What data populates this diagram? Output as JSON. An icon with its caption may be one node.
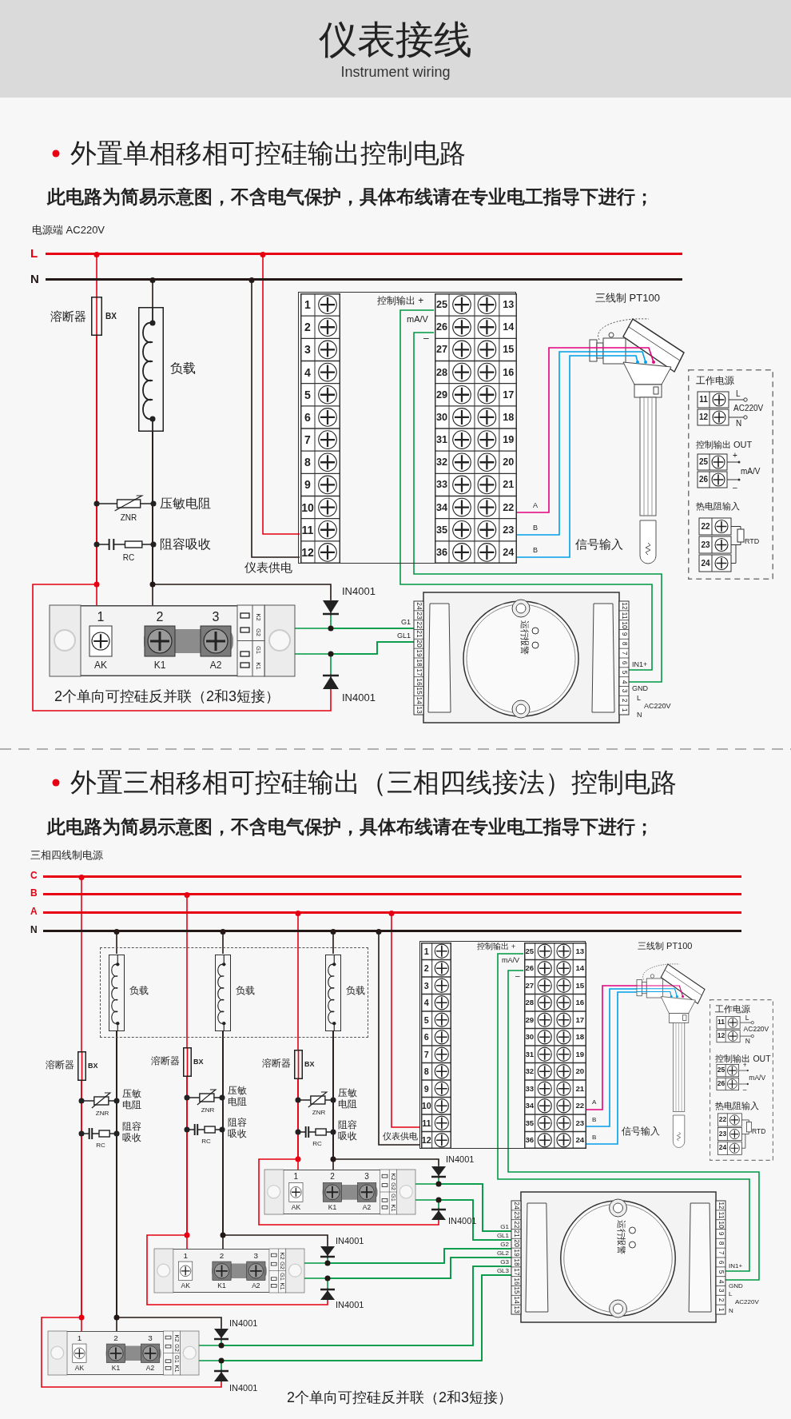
{
  "diagram": {
    "title": "仪表接线",
    "nodes": [
      {
        "text": [],
        "shape": "bar",
        "beside": [
          "L"
        ]
      },
      {
        "text": [],
        "shape": "bar",
        "beside": [
          "N"
        ]
      },
      {
        "text": [],
        "shape": "box",
        "beside": [
          "溶断器",
          "BX"
        ]
      },
      {
        "text": [],
        "shape": "box",
        "beside": [
          "负载"
        ]
      },
      {
        "text": [],
        "shape": "box",
        "beside": [
          "ZNR",
          "压敏电阻"
        ]
      },
      {
        "text": [],
        "shape": "box",
        "beside": [
          "RC",
          "阻容吸收"
        ]
      },
      {
        "text": [],
        "shape": "box"
      },
      {
        "text": [
          "1",
          "2",
          "3",
          "4",
          "5",
          "6",
          "7",
          "8",
          "9",
          "10",
          "11",
          "12"
        ],
        "in": 6
      },
      {
        "text": [
          "25",
          "13",
          "26",
          "14",
          "27",
          "15",
          "28",
          "16",
          "29",
          "17",
          "30",
          "18",
          "31",
          "19",
          "32",
          "20",
          "33",
          "21",
          "34",
          "22",
          "35",
          "23",
          "36",
          "24"
        ],
        "in": 6
      },
      {
        "text": [],
        "shape": "picture",
        "beside": [
          "三线制 PT100"
        ]
      },
      {
        "text": [
          "工作电源",
          "11",
          "12",
          "L",
          "AC220V",
          "N",
          "控制输出 OUT",
          "25",
          "26",
          "+",
          "mA/V",
          "–",
          "热电阻输入",
          "22",
          "23",
          "24",
          "RTD"
        ]
      },
      {
        "text": [
          "1",
          "2",
          "3",
          "AK",
          "K1",
          "A2",
          "K2",
          "G2",
          "G1",
          "K1"
        ]
      },
      {
        "text": [],
        "shape": "triangle",
        "beside": [
          "IN4001"
        ]
      },
      {
        "text": [],
        "shape": "triangle",
        "beside": [
          "IN4001"
        ]
      },
      {
        "text": [
          "24",
          "23",
          "22",
          "21",
          "20",
          "19",
          "18",
          "17",
          "16",
          "15",
          "14",
          "13",
          "12",
          "11",
          "10",
          "9",
          "8",
          "7",
          "6",
          "5",
          "4",
          "3",
          "2",
          "1",
          "运行",
          "报警"
        ],
        "beside": [
          "G1",
          "GL1",
          "IN1+",
          "GND",
          "L",
          "AC220V",
          "N"
        ]
      },
      {
        "text": [],
        "shape": "bar",
        "beside": [
          "C"
        ]
      },
      {
        "text": [],
        "shape": "bar",
        "beside": [
          "B"
        ]
      },
      {
        "text": [],
        "shape": "bar",
        "beside": [
          "A"
        ]
      },
      {
        "text": [],
        "shape": "bar",
        "beside": [
          "N"
        ]
      },
      {
        "text": [],
        "shape": "box"
      },
      {
        "text": [],
        "shape": "box",
        "beside": [
          "负载"
        ],
        "in": 19
      },
      {
        "text": [],
        "shape": "box",
        "beside": [
          "负载"
        ],
        "in": 19
      },
      {
        "text": [],
        "shape": "box",
        "beside": [
          "负载"
        ],
        "in": 19
      },
      {
        "text": [],
        "shape": "box",
        "beside": [
          "溶断器",
          "BX"
        ]
      },
      {
        "text": [],
        "shape": "box",
        "beside": [
          "溶断器",
          "BX"
        ]
      },
      {
        "text": [],
        "shape": "box",
        "beside": [
          "溶断器",
          "BX"
        ]
      },
      {
        "text": [],
        "shape": "box",
        "beside": [
          "ZNR",
          "压敏电阻"
        ]
      },
      {
        "text": [],
        "shape": "box",
        "beside": [
          "ZNR",
          "压敏电阻"
        ]
      },
      {
        "text": [],
        "shape": "box",
        "beside": [
          "ZNR",
          "压敏电阻"
        ]
      },
      {
        "text": [],
        "shape": "box",
        "beside": [
          "RC",
          "阻容吸收"
        ]
      },
      {
        "text": [],
        "shape": "box",
        "beside": [
          "RC",
          "阻容吸收"
        ]
      },
      {
        "text": [],
        "shape": "box",
        "beside": [
          "RC",
          "阻容吸收"
        ]
      },
      {
        "text": [],
        "shape": "box"
      },
      {
        "text": [
          "1",
          "2",
          "3",
          "4",
          "5",
          "6",
          "7",
          "8",
          "9",
          "10",
          "11",
          "12"
        ],
        "in": 32
      },
      {
        "text": [
          "25",
          "13",
          "26",
          "14",
          "27",
          "15",
          "28",
          "16",
          "29",
          "17",
          "30",
          "18",
          "31",
          "19",
          "32",
          "20",
          "33",
          "21",
          "34",
          "22",
          "35",
          "23",
          "36",
          "24"
        ],
        "in": 32
      },
      {
        "text": [],
        "shape": "picture",
        "beside": [
          "三线制 PT100"
        ]
      },
      {
        "text": [
          "工作电源",
          "11",
          "12",
          "L",
          "AC220V",
          "N",
          "控制输出 OUT",
          "25",
          "26",
          "+",
          "mA/V",
          "–",
          "热电阻输入",
          "22",
          "23",
          "24",
          "RTD"
        ]
      },
      {
        "text": [
          "1",
          "2",
          "3",
          "AK",
          "K1",
          "A2",
          "K2",
          "G2",
          "G1",
          "K1"
        ]
      },
      {
        "text": [],
        "shape": "triangle",
        "beside": [
          "IN4001"
        ]
      },
      {
        "text": [],
        "shape": "triangle",
        "beside": [
          "IN4001"
        ]
      },
      {
        "text": [
          "1",
          "2",
          "3",
          "AK",
          "K1",
          "A2",
          "K2",
          "G2",
          "G1",
          "K1"
        ]
      },
      {
        "text": [],
        "shape": "triangle",
        "beside": [
          "IN4001"
        ]
      },
      {
        "text": [],
        "shape": "triangle",
        "beside": [
          "IN4001"
        ]
      },
      {
        "text": [
          "1",
          "2",
          "3",
          "AK",
          "K1",
          "A2",
          "K2",
          "G2",
          "G1",
          "K1"
        ]
      },
      {
        "text": [],
        "shape": "triangle",
        "beside": [
          "IN4001"
        ]
      },
      {
        "text": [],
        "shape": "triangle",
        "beside": [
          "IN4001"
        ]
      },
      {
        "text": [
          "24",
          "23",
          "22",
          "21",
          "20",
          "19",
          "18",
          "17",
          "16",
          "15",
          "14",
          "13",
          "12",
          "11",
          "10",
          "9",
          "8",
          "7",
          "6",
          "5",
          "4",
          "3",
          "2",
          "1",
          "运行",
          "报警"
        ],
        "beside": [
          "G1",
          "GL1",
          "G2",
          "GL2",
          "G3",
          "GL3",
          "IN1+",
          "GND",
          "L",
          "AC220V",
          "N"
        ]
      }
    ],
    "edges": [
      {
        "from": 0,
        "to": 2,
        "arrow": "other",
        "color": "#e60012"
      },
      {
        "from": 2,
        "to": 11,
        "arrow": "none",
        "color": "#e60012"
      },
      {
        "from": 2,
        "to": 13,
        "arrow": "none",
        "color": "#e60012"
      },
      {
        "from": 1,
        "to": 3,
        "arrow": "other",
        "color": "#231815"
      },
      {
        "from": 3,
        "to": 11,
        "arrow": "none",
        "color": "#231815"
      },
      {
        "from": 3,
        "to": 12,
        "arrow": "none",
        "color": "#231815"
      },
      {
        "from": 0,
        "to": 7,
        "arrow": "other",
        "color": "#e60012"
      },
      {
        "from": 1,
        "to": 7,
        "arrow": "other",
        "color": "#231815",
        "label": "仪表供电"
      },
      {
        "from": 8,
        "to": 9,
        "arrow": "none",
        "color": "#e4007f",
        "label": "A"
      },
      {
        "from": 8,
        "to": 9,
        "arrow": "none",
        "color": "#00a0e9",
        "label": "B"
      },
      {
        "from": 8,
        "to": 9,
        "arrow": "none",
        "color": "#00a0e9",
        "label": "B"
      },
      {
        "from": 8,
        "to": 14,
        "arrow": "none"
      },
      {
        "from": 8,
        "to": 14,
        "arrow": "none"
      },
      {
        "from": 11,
        "to": 14,
        "arrow": "none"
      },
      {
        "from": 12,
        "to": 14,
        "arrow": "none"
      },
      {
        "from": 11,
        "to": 14,
        "arrow": "none"
      },
      {
        "from": 13,
        "to": 14,
        "arrow": "none"
      },
      {
        "from": 15,
        "to": 23,
        "arrow": "other",
        "color": "#e60012"
      },
      {
        "from": 23,
        "to": 43,
        "arrow": "none",
        "color": "#e60012"
      },
      {
        "from": 23,
        "to": 45,
        "arrow": "none",
        "color": "#e60012"
      },
      {
        "from": 16,
        "to": 24,
        "arrow": "other",
        "color": "#e60012"
      },
      {
        "from": 24,
        "to": 40,
        "arrow": "none",
        "color": "#e60012"
      },
      {
        "from": 24,
        "to": 42,
        "arrow": "none",
        "color": "#e60012"
      },
      {
        "from": 17,
        "to": 25,
        "arrow": "other",
        "color": "#e60012"
      },
      {
        "from": 25,
        "to": 37,
        "arrow": "none",
        "color": "#e60012"
      },
      {
        "from": 25,
        "to": 39,
        "arrow": "none",
        "color": "#e60012"
      },
      {
        "from": 18,
        "to": 20,
        "arrow": "other",
        "color": "#231815"
      },
      {
        "from": 20,
        "to": 43,
        "arrow": "none",
        "color": "#231815"
      },
      {
        "from": 20,
        "to": 44,
        "arrow": "none",
        "color": "#231815"
      },
      {
        "from": 18,
        "to": 21,
        "arrow": "other",
        "color": "#231815"
      },
      {
        "from": 21,
        "to": 40,
        "arrow": "none",
        "color": "#231815"
      },
      {
        "from": 21,
        "to": 41,
        "arrow": "none",
        "color": "#231815"
      },
      {
        "from": 18,
        "to": 22,
        "arrow": "other",
        "color": "#231815"
      },
      {
        "from": 22,
        "to": 37,
        "arrow": "none",
        "color": "#231815"
      },
      {
        "from": 22,
        "to": 38,
        "arrow": "none",
        "color": "#231815"
      },
      {
        "from": 17,
        "to": 33,
        "arrow": "other",
        "color": "#e60012"
      },
      {
        "from": 18,
        "to": 33,
        "arrow": "other",
        "color": "#231815",
        "label": "仪表供电"
      },
      {
        "from": 34,
        "to": 35,
        "arrow": "none",
        "color": "#e4007f",
        "label": "A"
      },
      {
        "from": 34,
        "to": 35,
        "arrow": "none",
        "color": "#00a0e9",
        "label": "B"
      },
      {
        "from": 34,
        "to": 35,
        "arrow": "none",
        "color": "#00a0e9",
        "label": "B"
      },
      {
        "from": 34,
        "to": 46,
        "arrow": "none"
      },
      {
        "from": 34,
        "to": 46,
        "arrow": "none"
      },
      {
        "from": 37,
        "to": 46,
        "arrow": "none"
      },
      {
        "from": 38,
        "to": 46,
        "arrow": "none"
      },
      {
        "from": 37,
        "to": 46,
        "arrow": "none"
      },
      {
        "from": 39,
        "to": 46,
        "arrow": "none"
      },
      {
        "from": 40,
        "to": 46,
        "arrow": "none"
      },
      {
        "from": 41,
        "to": 46,
        "arrow": "none"
      },
      {
        "from": 40,
        "to": 46,
        "arrow": "none"
      },
      {
        "from": 42,
        "to": 46,
        "arrow": "none"
      },
      {
        "from": 43,
        "to": 46,
        "arrow": "none"
      },
      {
        "from": 44,
        "to": 46,
        "arrow": "none"
      },
      {
        "from": 43,
        "to": 46,
        "arrow": "none"
      },
      {
        "from": 45,
        "to": 46,
        "arrow": "none"
      }
    ],
    "labels": [
      "Instrument wiring",
      "外置单相移相可控硅输出控制电路",
      "此电路为简易示意图，不含电气保护，具体布线请在专业电工指导下进行；",
      "电源端 AC220V",
      "控制输出 +",
      "mA/V",
      "–",
      "信号输入",
      "2个单向可控硅反并联（2和3短接）",
      "外置三相移相可控硅输出（三相四线接法）控制电路",
      "此电路为简易示意图，不含电气保护，具体布线请在专业电工指导下进行；",
      "三相四线制电源",
      "控制输出 +",
      "mA/V",
      "–",
      "信号输入",
      "2个单向可控硅反并联（2和3短接）"
    ]
  }
}
